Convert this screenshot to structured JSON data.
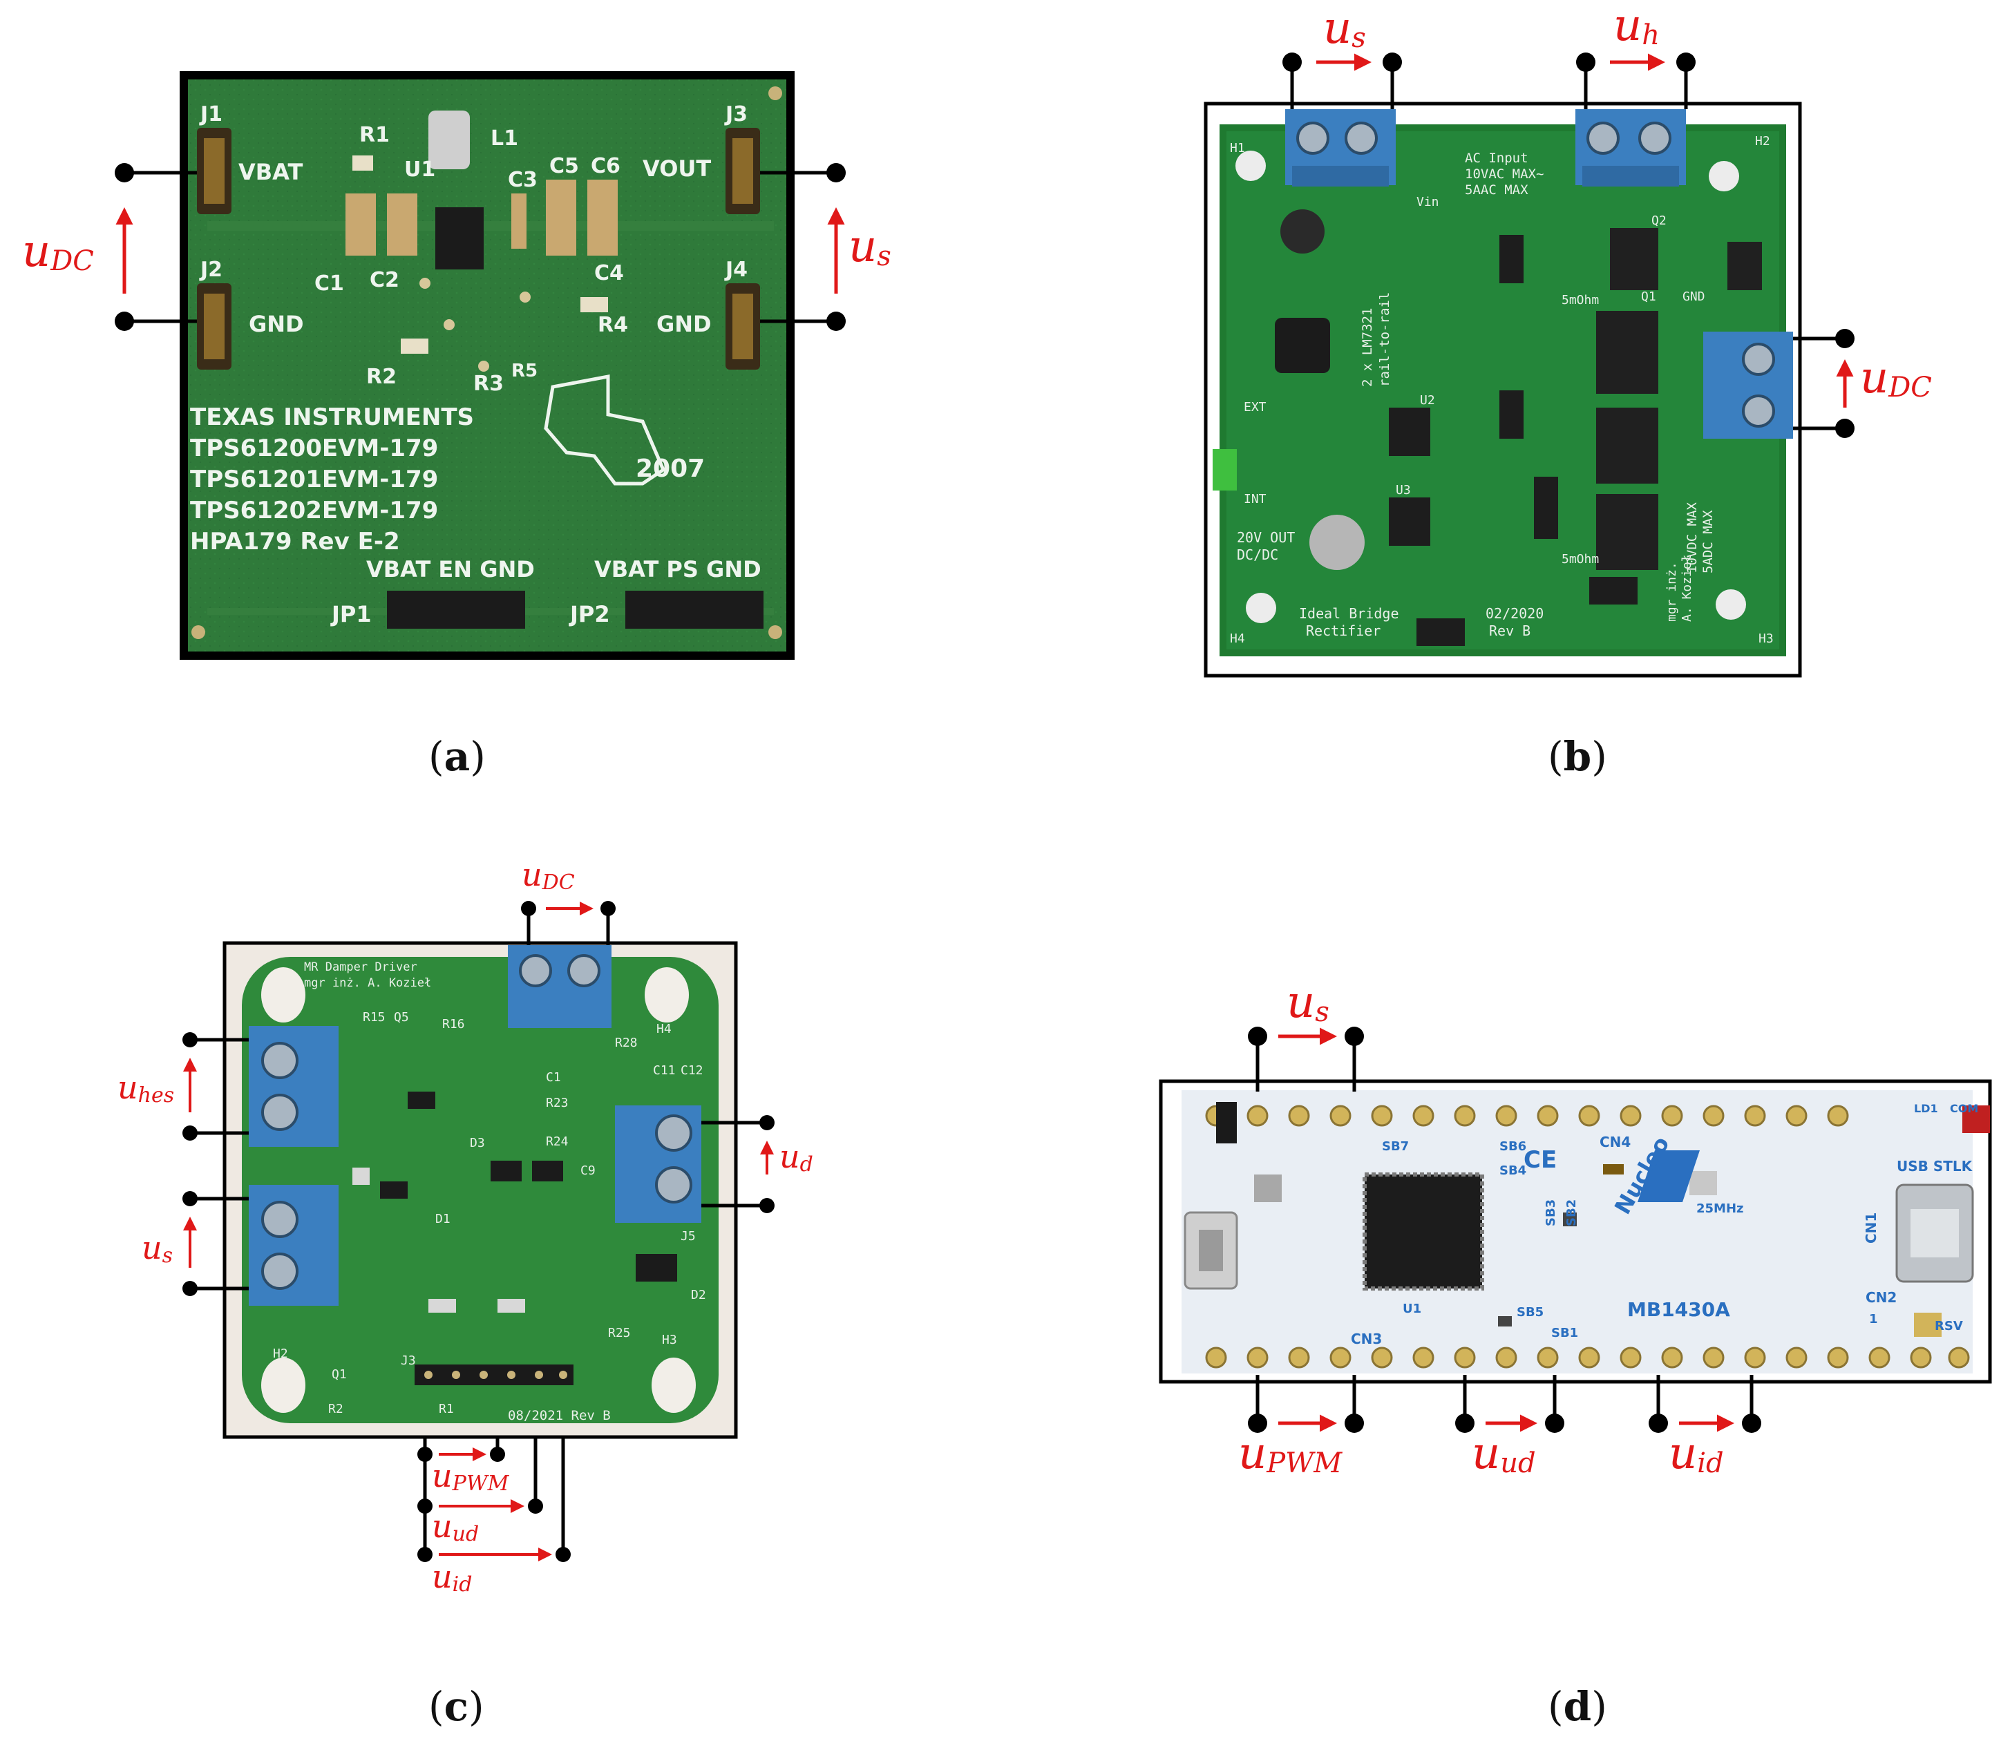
{
  "colors": {
    "signal": "#e01818",
    "pcb_green": "#2f7a3a",
    "terminal_blue": "#3b7fc0",
    "nucleo_board": "#e9eef4"
  },
  "panels": {
    "a": {
      "caption_letter": "a",
      "board_labels": {
        "j1": "J1",
        "j2": "J2",
        "j3": "J3",
        "j4": "J4",
        "vbat": "VBAT",
        "gnd_left": "GND",
        "vout": "VOUT",
        "gnd_right": "GND",
        "r1": "R1",
        "u1": "U1",
        "l1": "L1",
        "c3": "C3",
        "c5": "C5",
        "c6": "C6",
        "c1": "C1",
        "c2": "C2",
        "c4": "C4",
        "r2": "R2",
        "r3": "R3",
        "r4": "R4",
        "r5": "R5",
        "ti": "TEXAS INSTRUMENTS",
        "model1": "TPS61200EVM-179",
        "model2": "TPS61201EVM-179",
        "model3": "TPS61202EVM-179",
        "rev": "HPA179 Rev E-2",
        "year": "2007",
        "jp1_header": "VBAT EN GND",
        "jp2_header": "VBAT  PS GND",
        "jp1": "JP1",
        "jp2": "JP2"
      },
      "signals": {
        "left": "DC",
        "right": "s"
      }
    },
    "b": {
      "caption_letter": "b",
      "board_labels": {
        "ac_input": "AC Input",
        "ac_max_v": "10VAC MAX~",
        "ac_max_a": "5AAC MAX",
        "lm": "2 x LM7321",
        "rail": "rail-to-rail",
        "ideal": "Ideal Bridge",
        "rectifier": "Rectifier",
        "date": "02/2020",
        "rev": "Rev B",
        "dc_max_v": "10VDC MAX",
        "dc_max_a": "5ADC MAX",
        "author1": "mgr inż.",
        "author2": "A. Kozieł",
        "out": "20V OUT",
        "dcdc": "DC/DC",
        "h1": "H1",
        "h2": "H2",
        "h3": "H3",
        "h4": "H4",
        "q1": "Q1",
        "q2": "Q2",
        "u2": "U2",
        "u3": "U3",
        "gnd": "GND",
        "vin": "Vin",
        "ohm": "5mOhm",
        "int": "INT",
        "ext": "EXT"
      },
      "signals": {
        "top_left": "s",
        "top_right": "h",
        "right": "DC"
      }
    },
    "c": {
      "caption_letter": "c",
      "board_labels": {
        "title1": "MR Damper Driver",
        "title2": "mgr inż. A. Kozieł",
        "date": "08/2021 Rev B",
        "h2": "H2",
        "h3": "H3",
        "h4": "H4",
        "j3": "J3",
        "j5": "J5",
        "q1": "Q1",
        "q5": "Q5",
        "d1": "D1",
        "d2": "D2",
        "d3": "D3",
        "r1": "R1",
        "r2": "R2",
        "r15": "R15",
        "r16": "R16",
        "r23": "R23",
        "r24": "R24",
        "r25": "R25",
        "r28": "R28",
        "c1": "C1",
        "c9": "C9",
        "c11": "C11",
        "c12": "C12"
      },
      "signals": {
        "top": "DC",
        "left_top": "hes",
        "left_bottom": "s",
        "right": "d",
        "bottom1": "PWM",
        "bottom2": "ud",
        "bottom3": "id"
      }
    },
    "d": {
      "caption_letter": "d",
      "board_labels": {
        "nucleo": "Nucleo",
        "mb": "MB1430A",
        "usb": "USB STLK",
        "cn1": "CN1",
        "cn2": "CN2",
        "cn3": "CN3",
        "cn4": "CN4",
        "freq": "25MHz",
        "ce": "CE",
        "sb1": "SB1",
        "sb2": "SB2",
        "sb3": "SB3",
        "sb4": "SB4",
        "sb5": "SB5",
        "sb6": "SB6",
        "sb7": "SB7",
        "com": "COM",
        "ld1": "LD1",
        "rsv": "RSV",
        "u1": "U1",
        "one": "1"
      },
      "signals": {
        "top": "s",
        "bottom1": "PWM",
        "bottom2": "ud",
        "bottom3": "id"
      }
    }
  },
  "symbols": {
    "voltage_letter": "u"
  }
}
